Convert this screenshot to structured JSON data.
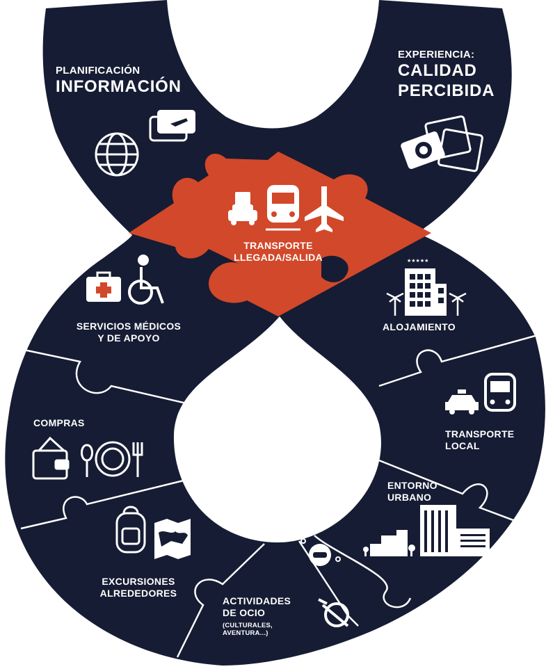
{
  "colors": {
    "navy": "#161c33",
    "orange": "#d2482a",
    "white": "#ffffff",
    "divider": "#ffffff"
  },
  "segments": {
    "planificacion": {
      "small": "PLANIFICACIÓN",
      "big": "INFORMACIÓN",
      "icons": [
        "globe-icon",
        "tickets-icon"
      ]
    },
    "experiencia": {
      "small": "EXPERIENCIA:",
      "big1": "CALIDAD",
      "big2": "PERCIBIDA",
      "icons": [
        "camera-photos-icon"
      ]
    },
    "transporte_llegada": {
      "line1": "TRANSPORTE",
      "line2": "LLEGADA/SALIDA",
      "icons": [
        "car-luggage-icon",
        "train-icon",
        "airplane-icon"
      ]
    },
    "servicios_medicos": {
      "line1": "SERVICIOS MÉDICOS",
      "line2": "Y DE APOYO",
      "icons": [
        "first-aid-kit-icon",
        "wheelchair-icon"
      ]
    },
    "alojamiento": {
      "line1": "ALOJAMIENTO",
      "stars": "★★★★★",
      "icons": [
        "hotel-icon",
        "palm-tree-icon"
      ]
    },
    "compras": {
      "line1": "COMPRAS",
      "icons": [
        "wallet-icon",
        "plate-cutlery-icon"
      ]
    },
    "transporte_local": {
      "line1": "TRANSPORTE",
      "line2": "LOCAL",
      "icons": [
        "taxi-icon",
        "bus-icon"
      ]
    },
    "entorno_urbano": {
      "line1": "ENTORNO",
      "line2": "URBANO",
      "icons": [
        "city-buildings-icon"
      ]
    },
    "excursiones": {
      "line1": "EXCURSIONES",
      "line2": "ALREDEDORES",
      "icons": [
        "backpack-icon",
        "map-icon"
      ]
    },
    "actividades": {
      "line1": "ACTIVIDADES",
      "line2": "DE OCIO",
      "line3": "(CULTURALES,",
      "line4": "AVENTURA...)",
      "icons": [
        "diver-icon",
        "climbing-icon"
      ]
    }
  }
}
